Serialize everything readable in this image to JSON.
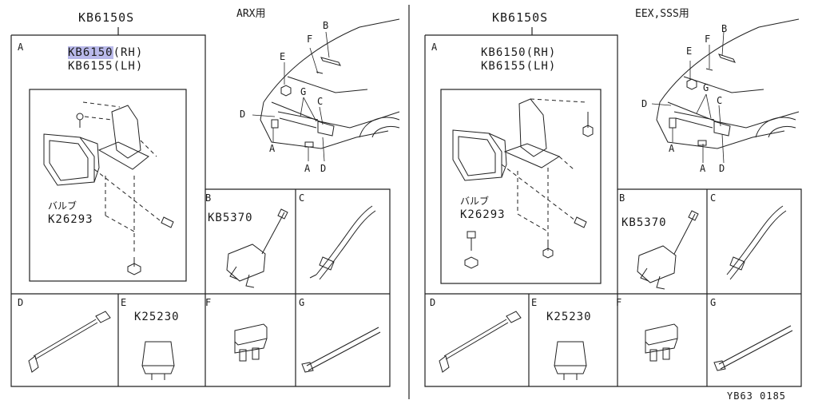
{
  "footer_code": "YB63 0185",
  "panels": [
    {
      "kit": "KB6150S",
      "model": "ARX用",
      "callouts": [
        "A",
        "B",
        "C",
        "D",
        "E",
        "F",
        "G"
      ],
      "part_a": {
        "letter": "A",
        "rh": "KB6150(RH)",
        "lh": "KB6155(LH)",
        "rh_code": "KB6150",
        "rh_side": "(RH)",
        "bulb_label": "バルブ",
        "bulb_pn": "K26293"
      },
      "cells": [
        {
          "letter": "B",
          "pn": "KB5370"
        },
        {
          "letter": "C",
          "pn": ""
        },
        {
          "letter": "D",
          "pn": ""
        },
        {
          "letter": "E",
          "pn": "K25230"
        },
        {
          "letter": "F",
          "pn": ""
        },
        {
          "letter": "G",
          "pn": ""
        }
      ]
    },
    {
      "kit": "KB6150S",
      "model": "EEX,SSS用",
      "callouts": [
        "A",
        "B",
        "C",
        "D",
        "E",
        "F",
        "G"
      ],
      "part_a": {
        "letter": "A",
        "rh": "KB6150(RH)",
        "lh": "KB6155(LH)",
        "bulb_label": "バルブ",
        "bulb_pn": "K26293"
      },
      "cells": [
        {
          "letter": "B",
          "pn": "KB5370"
        },
        {
          "letter": "C",
          "pn": ""
        },
        {
          "letter": "D",
          "pn": ""
        },
        {
          "letter": "E",
          "pn": "K25230"
        },
        {
          "letter": "F",
          "pn": ""
        },
        {
          "letter": "G",
          "pn": ""
        }
      ]
    }
  ]
}
